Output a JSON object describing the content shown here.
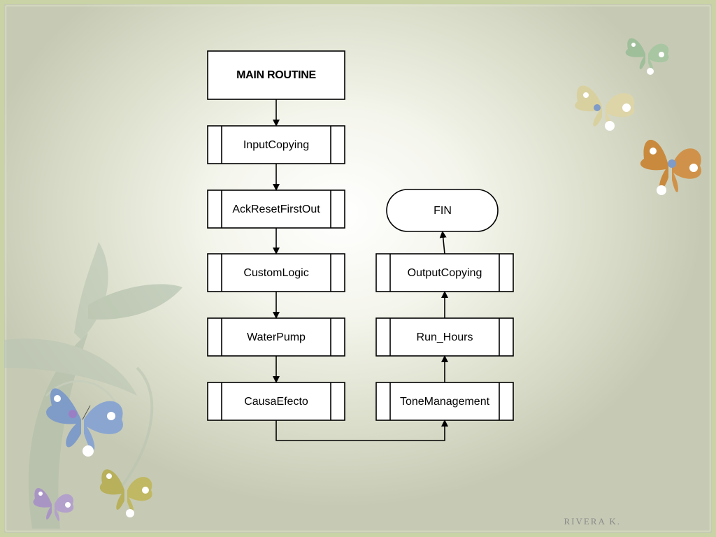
{
  "flowchart": {
    "start": "MAIN ROUTINE",
    "left_column": [
      "InputCopying",
      "AckResetFirstOut",
      "CustomLogic",
      "WaterPump",
      "CausaEfecto"
    ],
    "right_column": [
      "ToneManagement",
      "Run_Hours",
      "OutputCopying"
    ],
    "end": "FIN"
  },
  "footer": {
    "author": "RIVERA K."
  },
  "colors": {
    "frame": "#c9d3a6",
    "background_center": "#ffffff",
    "background_edge": "#c6cab4",
    "butterfly_blue": "#7f9bc8",
    "butterfly_orange": "#c98a3e",
    "butterfly_beige": "#d9d0a0",
    "butterfly_green": "#9fbe9a",
    "butterfly_olive": "#b8b05a",
    "butterfly_purple": "#a995c4",
    "leaf": "#a9b9a4"
  },
  "icons": [
    "butterfly-icon",
    "leaf-icon"
  ]
}
